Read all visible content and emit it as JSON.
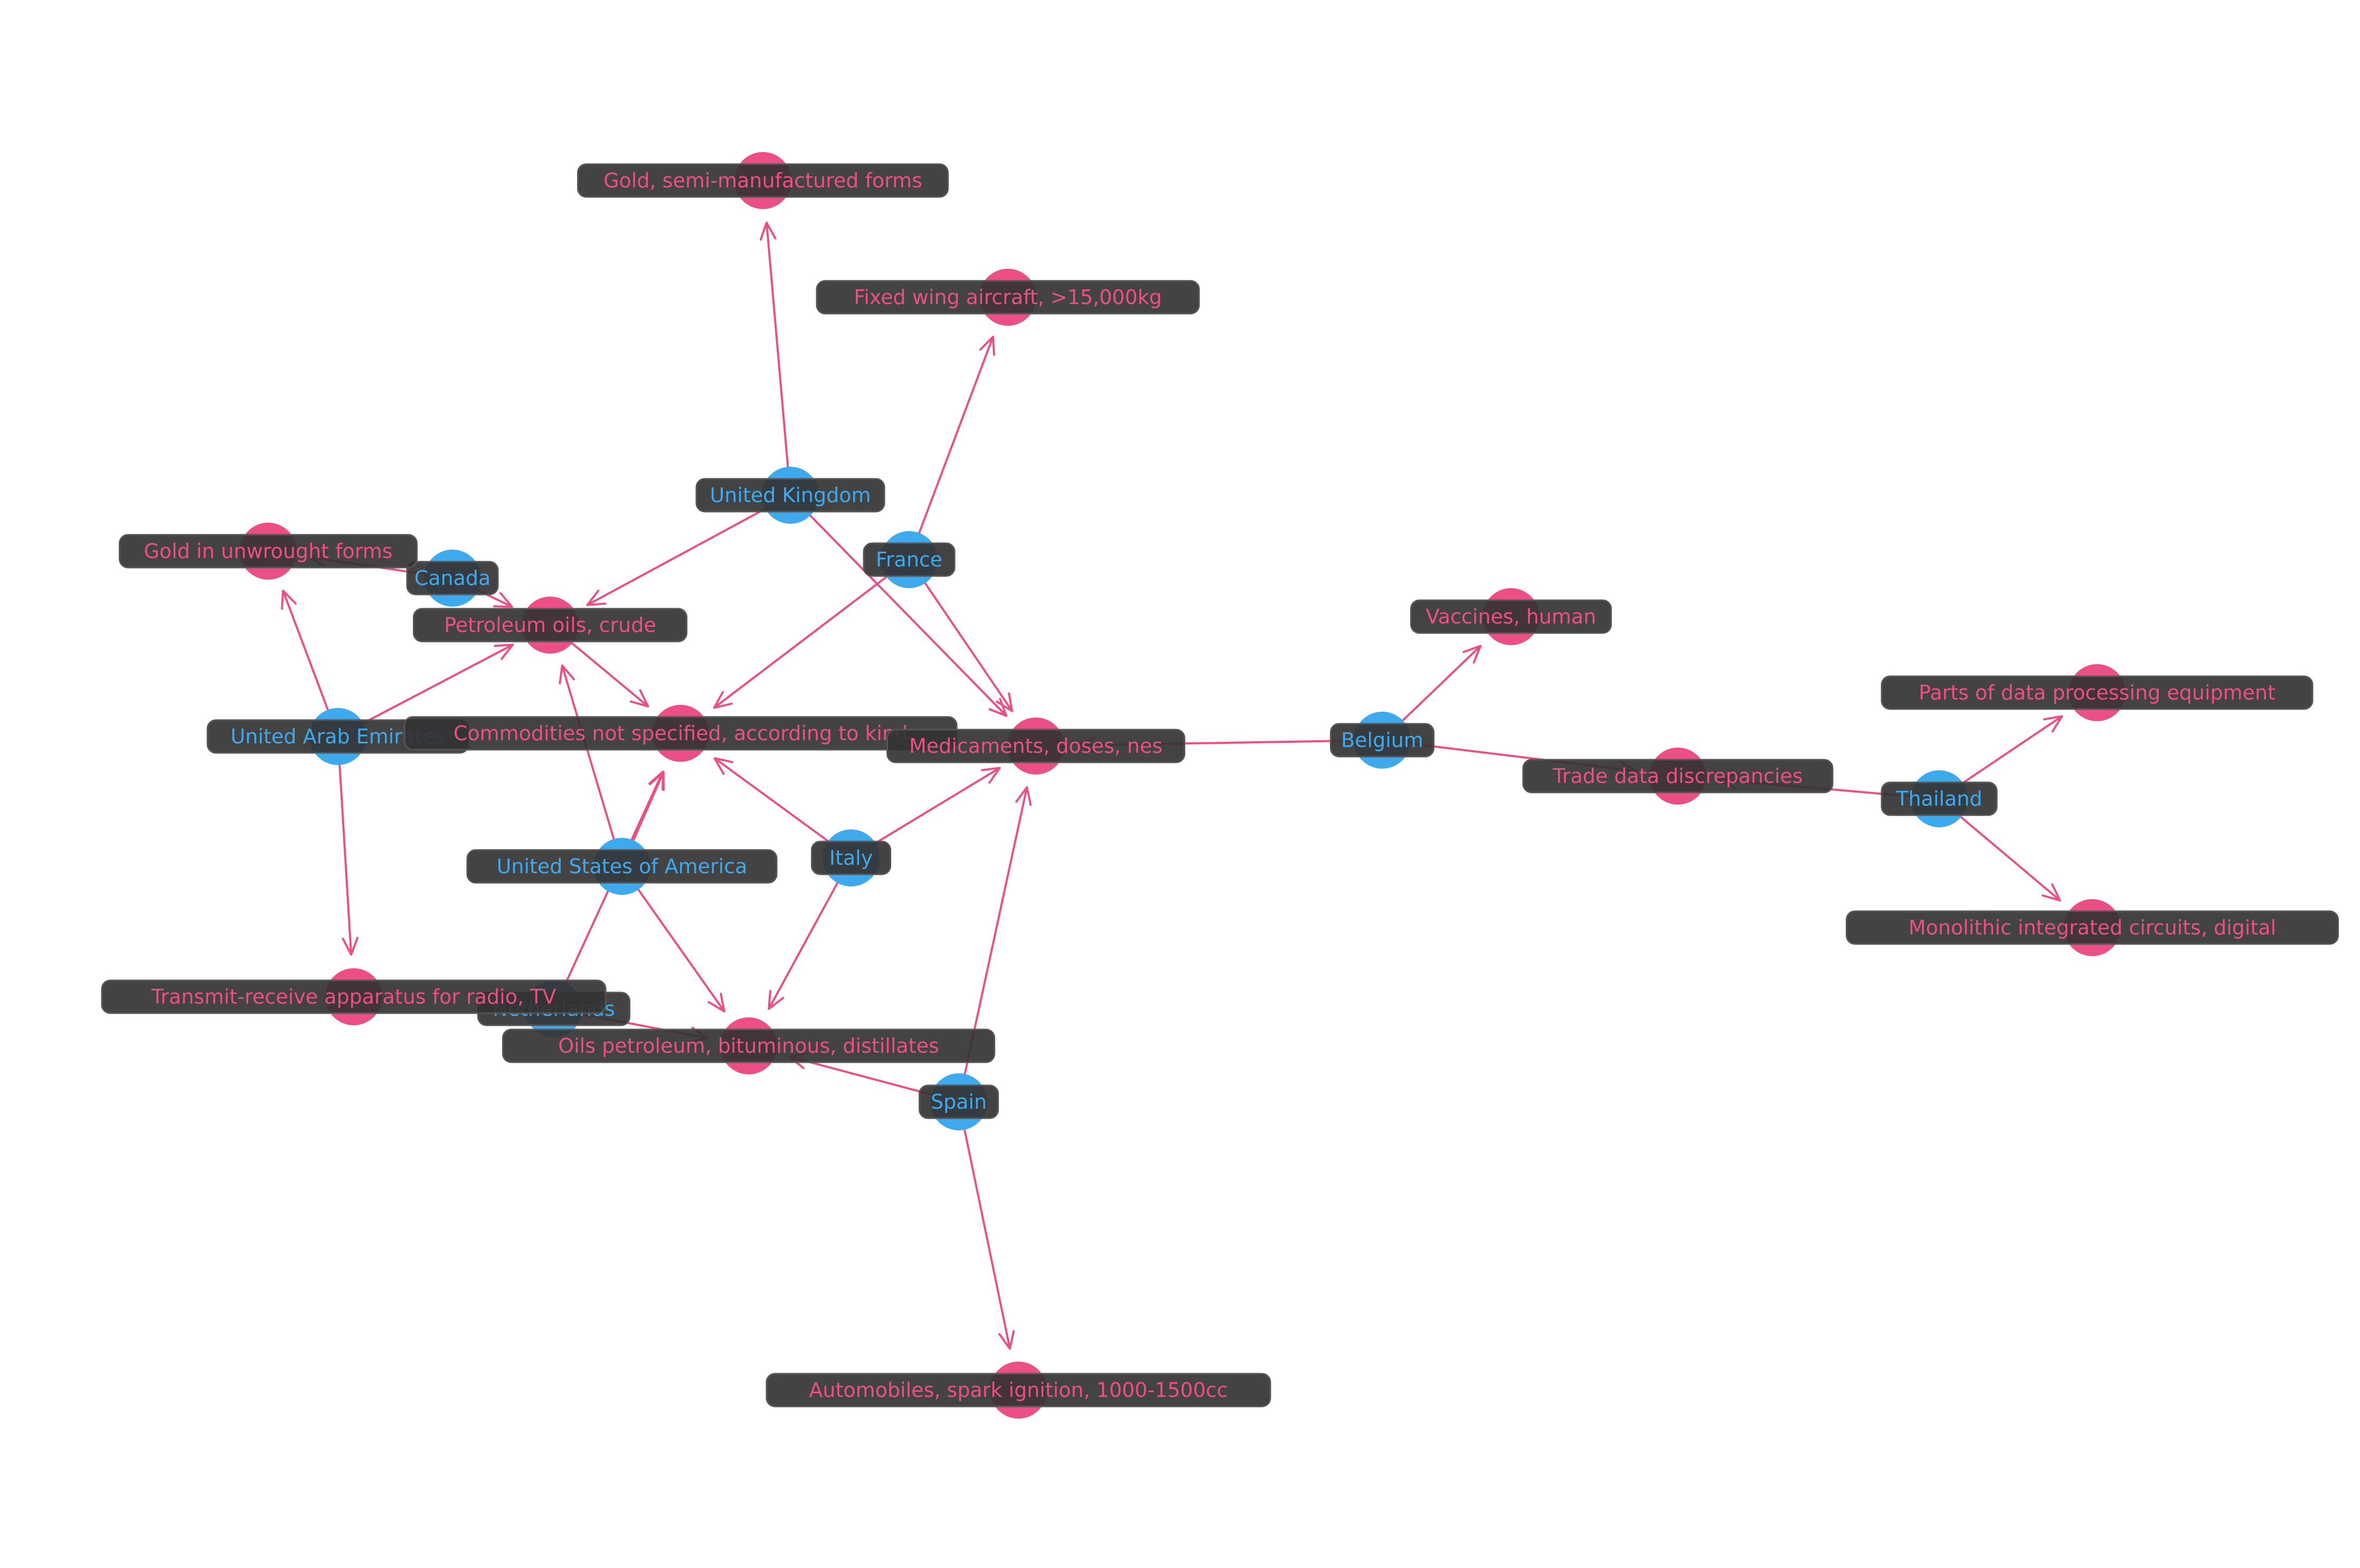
{
  "colors": {
    "country": "#3fa9ee",
    "product": "#ec4f86",
    "edge": "#ec4f86",
    "label_bg": "#333333"
  },
  "nodes": [
    {
      "id": "uk",
      "label": "United Kingdom",
      "kind": "country"
    },
    {
      "id": "france",
      "label": "France",
      "kind": "country"
    },
    {
      "id": "canada",
      "label": "Canada",
      "kind": "country"
    },
    {
      "id": "uae",
      "label": "United Arab Emirates",
      "kind": "country"
    },
    {
      "id": "usa",
      "label": "United States of America",
      "kind": "country"
    },
    {
      "id": "italy",
      "label": "Italy",
      "kind": "country"
    },
    {
      "id": "netherlands",
      "label": "Netherlands",
      "kind": "country"
    },
    {
      "id": "spain",
      "label": "Spain",
      "kind": "country"
    },
    {
      "id": "belgium",
      "label": "Belgium",
      "kind": "country"
    },
    {
      "id": "thailand",
      "label": "Thailand",
      "kind": "country"
    },
    {
      "id": "gold_semi",
      "label": "Gold, semi-manufactured forms",
      "kind": "product"
    },
    {
      "id": "aircraft",
      "label": "Fixed wing aircraft, >15,000kg",
      "kind": "product"
    },
    {
      "id": "gold_unwrought",
      "label": "Gold in unwrought forms",
      "kind": "product"
    },
    {
      "id": "petroleum_crude",
      "label": "Petroleum oils, crude",
      "kind": "product"
    },
    {
      "id": "commodities",
      "label": "Commodities not specified, according to kind",
      "kind": "product"
    },
    {
      "id": "medicaments",
      "label": "Medicaments, doses, nes",
      "kind": "product"
    },
    {
      "id": "vaccines",
      "label": "Vaccines, human",
      "kind": "product"
    },
    {
      "id": "parts",
      "label": "Parts of data processing equipment",
      "kind": "product"
    },
    {
      "id": "trade_disc",
      "label": "Trade data discrepancies",
      "kind": "product"
    },
    {
      "id": "monolithic",
      "label": "Monolithic integrated circuits, digital",
      "kind": "product"
    },
    {
      "id": "transmit",
      "label": "Transmit-receive apparatus for radio, TV",
      "kind": "product"
    },
    {
      "id": "oils_bitum",
      "label": "Oils petroleum, bituminous, distillates",
      "kind": "product"
    },
    {
      "id": "automobiles",
      "label": "Automobiles, spark ignition, 1000-1500cc",
      "kind": "product"
    }
  ],
  "edges": [
    {
      "from": "uk",
      "to": "gold_semi"
    },
    {
      "from": "uk",
      "to": "petroleum_crude"
    },
    {
      "from": "uk",
      "to": "medicaments"
    },
    {
      "from": "france",
      "to": "aircraft"
    },
    {
      "from": "france",
      "to": "commodities"
    },
    {
      "from": "france",
      "to": "medicaments"
    },
    {
      "from": "canada",
      "to": "gold_unwrought"
    },
    {
      "from": "canada",
      "to": "petroleum_crude"
    },
    {
      "from": "uae",
      "to": "gold_unwrought"
    },
    {
      "from": "uae",
      "to": "petroleum_crude"
    },
    {
      "from": "uae",
      "to": "transmit"
    },
    {
      "from": "petroleum_crude",
      "to": "commodities"
    },
    {
      "from": "usa",
      "to": "petroleum_crude"
    },
    {
      "from": "usa",
      "to": "commodities"
    },
    {
      "from": "usa",
      "to": "oils_bitum"
    },
    {
      "from": "netherlands",
      "to": "commodities"
    },
    {
      "from": "netherlands",
      "to": "oils_bitum"
    },
    {
      "from": "italy",
      "to": "commodities"
    },
    {
      "from": "italy",
      "to": "medicaments"
    },
    {
      "from": "italy",
      "to": "oils_bitum"
    },
    {
      "from": "spain",
      "to": "medicaments"
    },
    {
      "from": "spain",
      "to": "oils_bitum"
    },
    {
      "from": "spain",
      "to": "automobiles"
    },
    {
      "from": "belgium",
      "to": "medicaments"
    },
    {
      "from": "belgium",
      "to": "vaccines"
    },
    {
      "from": "belgium",
      "to": "trade_disc"
    },
    {
      "from": "thailand",
      "to": "trade_disc"
    },
    {
      "from": "thailand",
      "to": "parts"
    },
    {
      "from": "thailand",
      "to": "monolithic"
    }
  ]
}
